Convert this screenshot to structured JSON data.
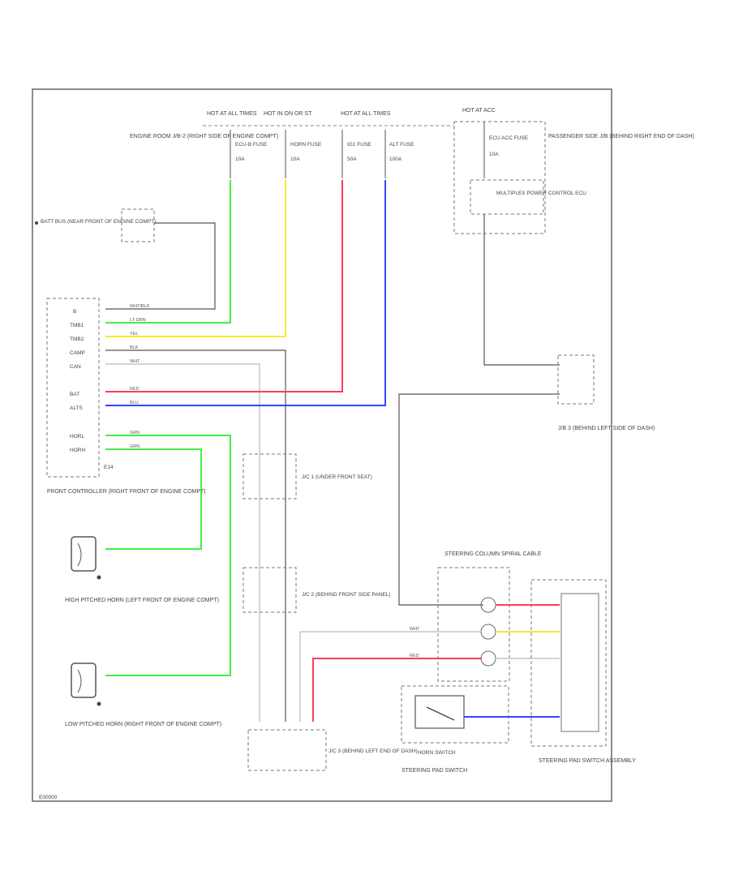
{
  "fuse_feeds": [
    {
      "text": "HOT AT ALL TIMES"
    },
    {
      "text": "HOT IN ON OR ST"
    },
    {
      "text": "HOT AT ALL TIMES"
    },
    {
      "text": "HOT AT ACC"
    }
  ],
  "fuses": [
    {
      "name": "ECU-B FUSE",
      "rating": "10A"
    },
    {
      "name": "HORN FUSE",
      "rating": "10A"
    },
    {
      "name": "IG1 FUSE",
      "rating": "50A"
    },
    {
      "name": "ALT FUSE",
      "rating": "100A"
    },
    {
      "name": "ECU ACC FUSE",
      "rating": "10A"
    }
  ],
  "locations": {
    "engine_room_jb": "ENGINE ROOM J/B-2 (RIGHT SIDE OF ENGINE COMPT)",
    "passenger_jb": "PASSENGER SIDE J/B (BEHIND RIGHT END OF DASH)",
    "body_ecu": "MULTIPLEX POWER CONTROL ECU",
    "grounds": "BATT BUS (NEAR FRONT OF ENGINE COMPT)",
    "front_ecu_loc": "FRONT CONTROLLER (RIGHT FRONT OF ENGINE COMPT)",
    "jb3": "J/B 3 (BEHIND LEFT SIDE OF DASH)",
    "jc1": "J/C 1 (UNDER FRONT SEAT)",
    "jc2": "J/C 2 (BEHIND FRONT SIDE PANEL)",
    "jc3": "J/C 3 (BEHIND LEFT END OF DASH)",
    "spiral": "STEERING COLUMN SPIRAL CABLE",
    "horn_switch": "HORN SWITCH",
    "steering_pad": "STEERING PAD SWITCH",
    "steering_pad_assy": "STEERING PAD SWITCH ASSEMBLY",
    "horn_high": "HIGH PITCHED HORN (LEFT FRONT OF ENGINE COMPT)",
    "horn_low": "LOW PITCHED HORN (RIGHT FRONT OF ENGINE COMPT)"
  },
  "ecu_pins": [
    "B",
    "TMB1",
    "TMB2",
    "CAMP",
    "CAN",
    "BAT",
    "ALTS",
    "HORL",
    "HORH",
    "E14"
  ],
  "wire_colors": {
    "lt_grn": "#44ee44",
    "yel": "#eeee33",
    "red": "#ff3b5c",
    "blu": "#3344ff",
    "blk": "#555555",
    "wht": "#bbbbbb"
  },
  "wire_labels": {
    "lt_grn": "LT GRN",
    "yel": "YEL",
    "red": "RED",
    "blu": "BLU",
    "blk": "BLK",
    "wht": "WHT",
    "grn": "GRN",
    "wht_blk": "WHT/BLK"
  },
  "footer_code": "E00000"
}
